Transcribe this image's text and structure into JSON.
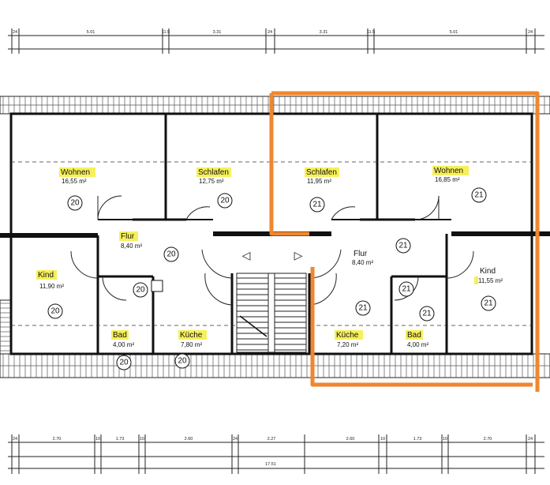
{
  "dimensions": {
    "top": [
      "24",
      "5.01",
      "11.5",
      "3.31",
      "24",
      "3.31",
      "11.5",
      "5.01",
      "24"
    ],
    "bottom_segments": [
      "24",
      "2.70",
      "10",
      "1.73",
      "10",
      "2.60",
      "24",
      "2.27",
      "2.60",
      "10",
      "1.73",
      "10",
      "2.70",
      "24"
    ],
    "bottom_total": "17.51"
  },
  "rooms": [
    {
      "name": "Wohnen",
      "area": "16,55 m²",
      "unit": "20"
    },
    {
      "name": "Schlafen",
      "area": "12,75 m²",
      "unit": "20"
    },
    {
      "name": "Schlafen",
      "area": "11,95 m²",
      "unit": "21"
    },
    {
      "name": "Wohnen",
      "area": "16,85 m²",
      "unit": "21"
    },
    {
      "name": "Flur",
      "area": "8,40 m²",
      "unit": "20"
    },
    {
      "name": "Flur",
      "area": "8,40 m²",
      "unit": "21"
    },
    {
      "name": "Kind",
      "area": "11,90 m²",
      "unit": "20"
    },
    {
      "name": "Kind",
      "area": "11,55 m²",
      "unit": "21"
    },
    {
      "name": "Bad",
      "area": "4,00 m²",
      "unit": "20"
    },
    {
      "name": "Küche",
      "area": "7,80 m²",
      "unit": "20"
    },
    {
      "name": "Küche",
      "area": "7,20 m²",
      "unit": "21"
    },
    {
      "name": "Bad",
      "area": "4,00 m²",
      "unit": "21"
    }
  ],
  "extra_unit_markers": [
    "20",
    "20",
    "21",
    "21"
  ],
  "stair_arrows": [
    "◁",
    "▷"
  ],
  "colors": {
    "highlight_outline": "#f0862e",
    "label_highlight": "#f6f05a",
    "walls": "#111111"
  }
}
